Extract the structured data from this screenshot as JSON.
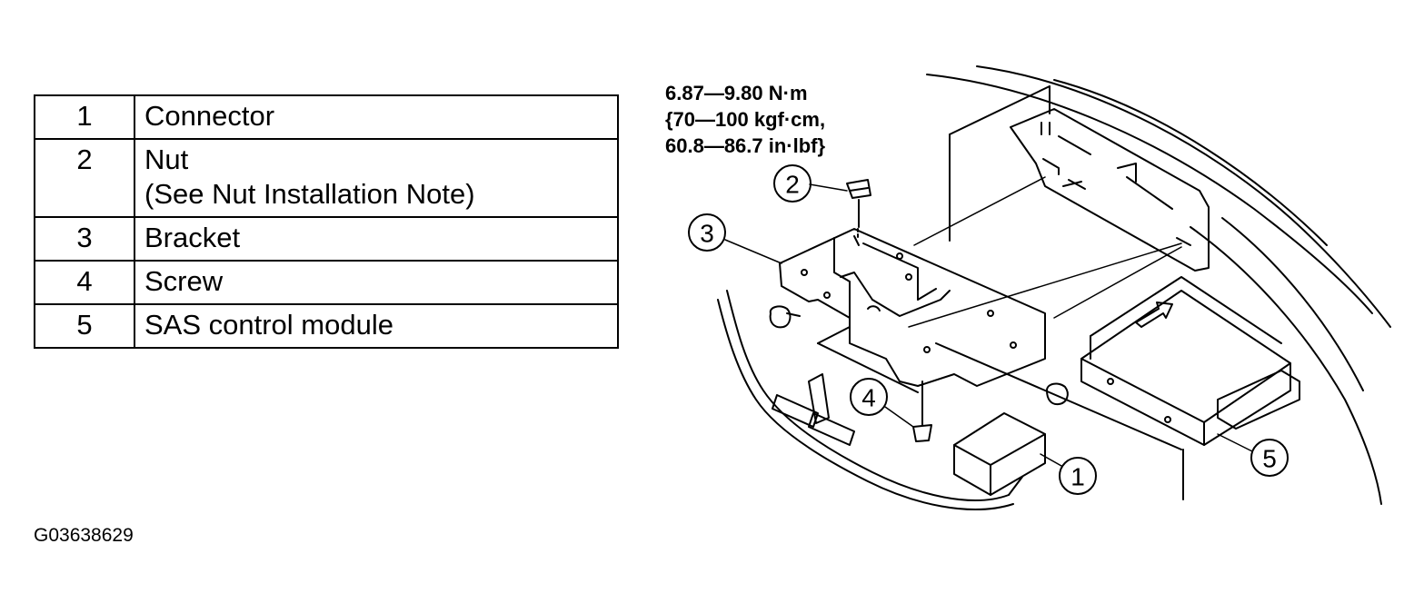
{
  "legend": [
    {
      "number": "1",
      "lines": [
        "Connector"
      ]
    },
    {
      "number": "2",
      "lines": [
        "Nut",
        "(See Nut Installation Note)"
      ]
    },
    {
      "number": "3",
      "lines": [
        "Bracket"
      ]
    },
    {
      "number": "4",
      "lines": [
        "Screw"
      ]
    },
    {
      "number": "5",
      "lines": [
        "SAS control module"
      ]
    }
  ],
  "torque_spec": {
    "line1": "6.87—9.80 N·m",
    "line2": "{70—100 kgf·cm,",
    "line3": "60.8—86.7 in·lbf}"
  },
  "figure_id": "G03638629",
  "callouts": {
    "c1": "1",
    "c2": "2",
    "c3": "3",
    "c4": "4",
    "c5": "5"
  }
}
